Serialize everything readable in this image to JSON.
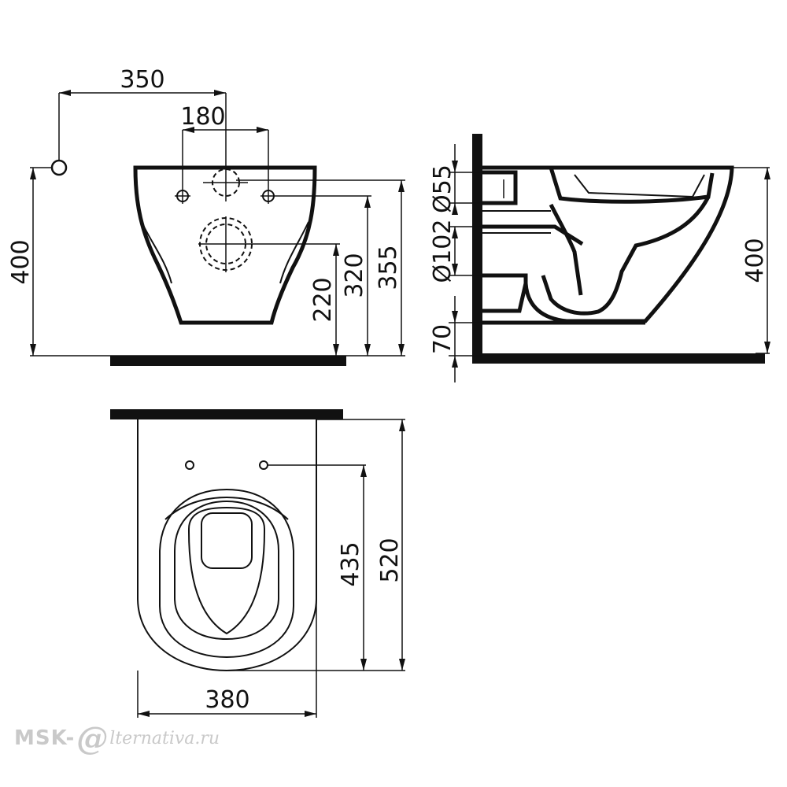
{
  "front_view": {
    "dims": {
      "width_350": "350",
      "width_180": "180",
      "height_400": "400",
      "height_220": "220",
      "height_320": "320",
      "height_355": "355"
    }
  },
  "side_view": {
    "dims": {
      "dia_55": "Ø55",
      "dia_102": "Ø102",
      "offset_70": "70",
      "height_400": "400"
    }
  },
  "top_view": {
    "dims": {
      "length_435": "435",
      "length_520": "520",
      "width_380": "380"
    }
  },
  "watermark": {
    "left": "MSK-",
    "at": "@",
    "right": "lternativa.ru"
  }
}
